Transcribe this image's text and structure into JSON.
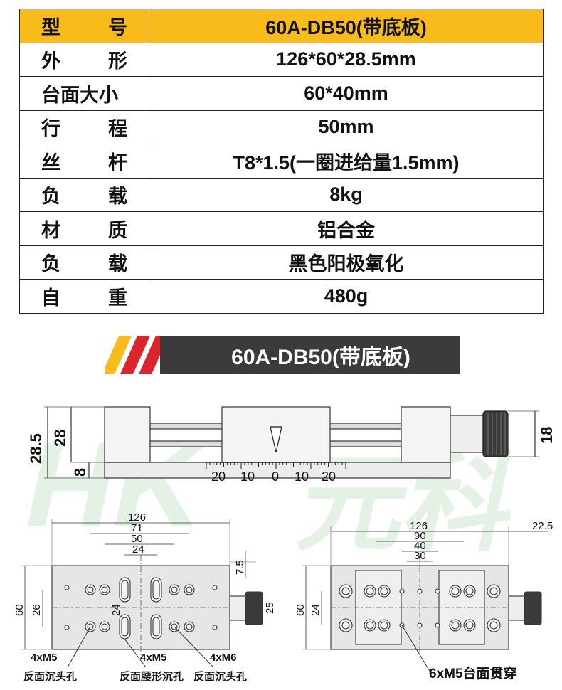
{
  "spec_table": {
    "header": {
      "label_a": "型",
      "label_b": "号",
      "value": "60A-DB50(带底板)"
    },
    "rows": [
      {
        "label_a": "外",
        "label_b": "形",
        "value": "126*60*28.5mm"
      },
      {
        "label": "台面大小",
        "value": "60*40mm"
      },
      {
        "label_a": "行",
        "label_b": "程",
        "value": "50mm"
      },
      {
        "label_a": "丝",
        "label_b": "杆",
        "value": "T8*1.5(一圈进给量1.5mm)"
      },
      {
        "label_a": "负",
        "label_b": "载",
        "value": "8kg"
      },
      {
        "label_a": "材",
        "label_b": "质",
        "value": "铝合金"
      },
      {
        "label_a": "负",
        "label_b": "载",
        "value": "黑色阳极氧化"
      },
      {
        "label_a": "自",
        "label_b": "重",
        "value": "480g"
      }
    ]
  },
  "banner": {
    "title": "60A-DB50(带底板)"
  },
  "side_view": {
    "dims": {
      "total_height": "28.5",
      "body_height": "28",
      "base_height": "8",
      "knob_height": "18"
    },
    "scale": [
      "20",
      "10",
      "0",
      "10",
      "20"
    ]
  },
  "top_view": {
    "dims": {
      "length": "126",
      "d71": "71",
      "d50": "50",
      "d24": "24",
      "d7_5": "7.5",
      "width": "60",
      "w26": "26",
      "w24": "24",
      "w25": "25"
    },
    "callouts": {
      "m5_count": "4xM5",
      "m5_desc": "反面沉头孔",
      "slot_count": "4xM5",
      "slot_desc": "反面腰形沉孔",
      "m6_count": "4xM6",
      "m6_desc": "反面沉头孔"
    }
  },
  "bottom_view": {
    "dims": {
      "length": "126",
      "d90": "90",
      "d40": "40",
      "d30": "30",
      "d22_5": "22.5",
      "width": "60",
      "w24": "24"
    },
    "callout": "6xM5台面贯穿"
  },
  "colors": {
    "accent": "#f7bb1a",
    "banner_bg": "#3b3b3b",
    "stripe_red": "#d9262c",
    "stripe_yellow": "#f7bb1a",
    "watermark": "#cfe8d0"
  }
}
